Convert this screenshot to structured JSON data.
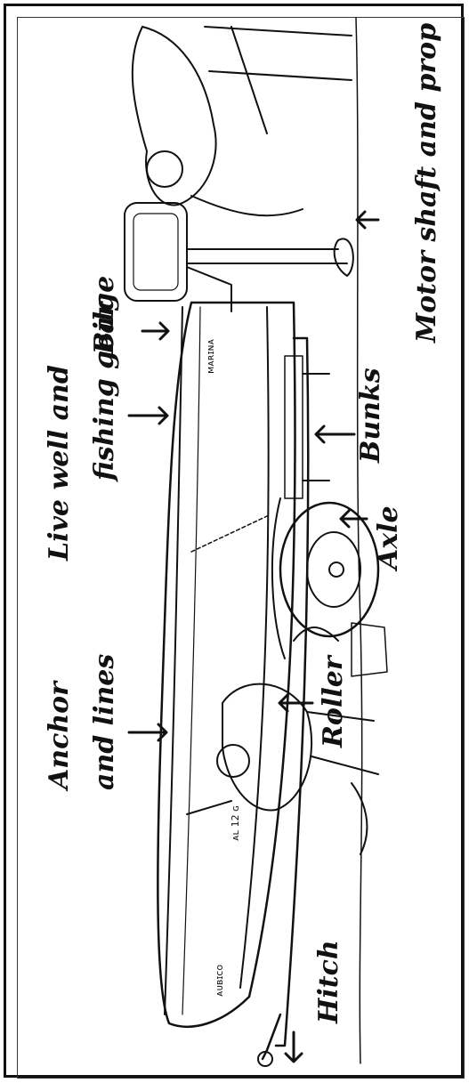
{
  "labels": {
    "motor": "Motor shaft and prop",
    "live_well_1": "Live well and",
    "live_well_2": "fishing gear",
    "bilge": "Bilge",
    "bunks": "Bunks",
    "axle": "Axle",
    "anchor_1": "Anchor",
    "anchor_2": "and lines",
    "roller": "Roller",
    "hitch": "Hitch"
  },
  "boat_text": {
    "bow_name": "ᴀᴜʙɪᴄᴏ",
    "bow_reg": "ᴀʟ 12 ɢ",
    "side_mark": "ᴍᴀʀɪɴᴀ"
  },
  "colors": {
    "ink": "#111111",
    "paper": "#ffffff"
  }
}
